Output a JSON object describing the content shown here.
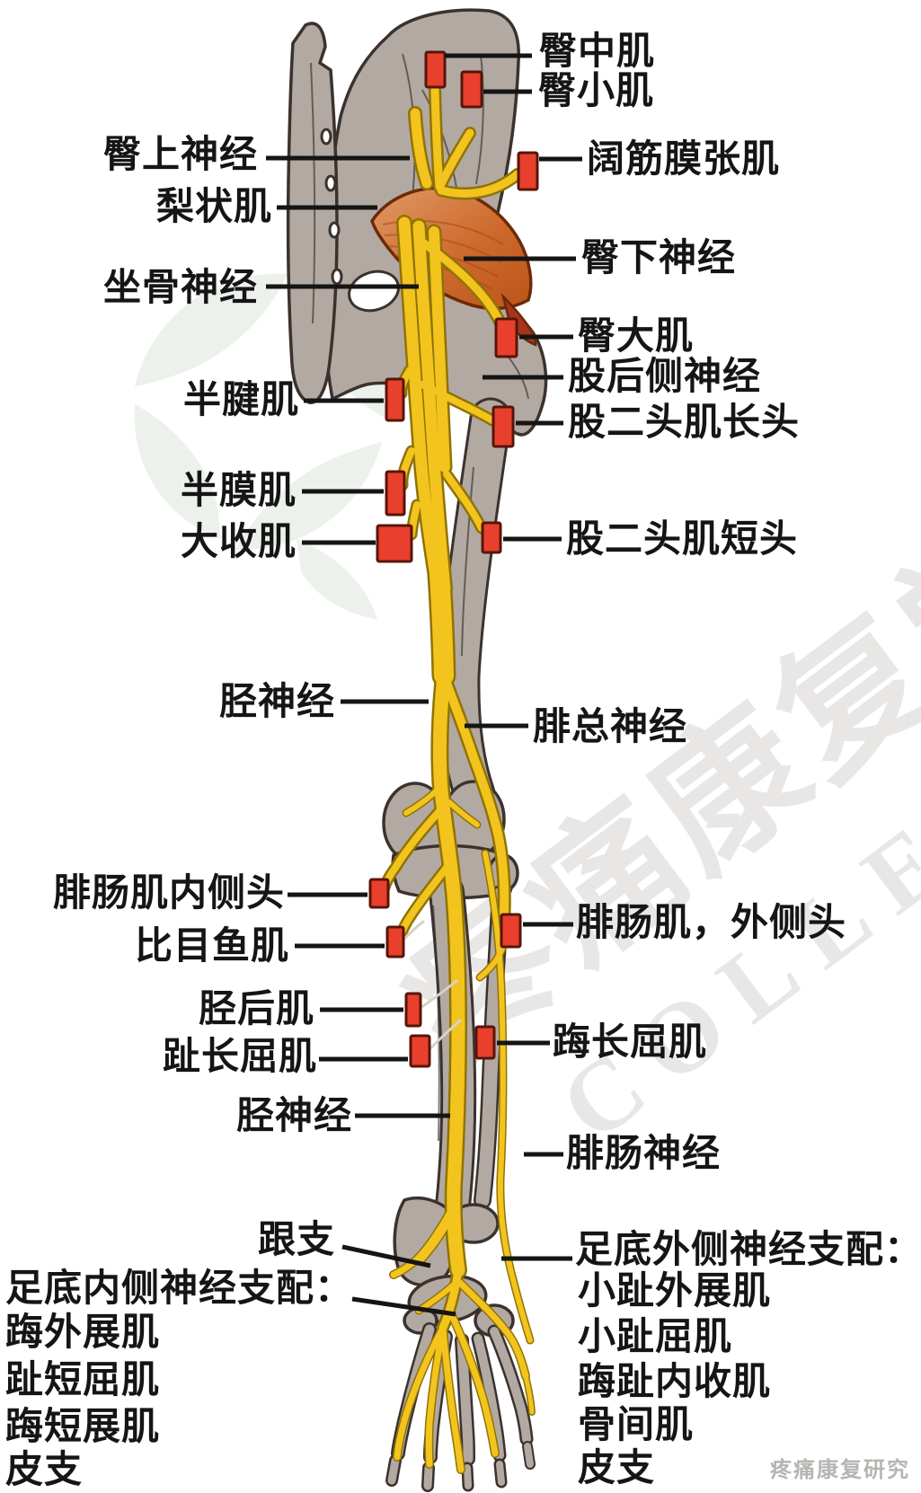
{
  "title_hint": "sciatic nerve and innervated muscles of the posterior lower limb (Chinese anatomy diagram)",
  "labels": {
    "left": [
      {
        "id": "superior-gluteal-nerve",
        "text": "臀上神经"
      },
      {
        "id": "piriformis",
        "text": "梨状肌"
      },
      {
        "id": "sciatic-nerve",
        "text": "坐骨神经"
      },
      {
        "id": "semitendinosus",
        "text": "半腱肌"
      },
      {
        "id": "semimembranosus",
        "text": "半膜肌"
      },
      {
        "id": "adductor-magnus",
        "text": "大收肌"
      },
      {
        "id": "tibial-nerve-upper",
        "text": "胫神经"
      },
      {
        "id": "gastrocnemius-medial-head",
        "text": "腓肠肌内侧头"
      },
      {
        "id": "soleus",
        "text": "比目鱼肌"
      },
      {
        "id": "tibialis-posterior",
        "text": "胫后肌"
      },
      {
        "id": "flexor-digitorum-longus",
        "text": "趾长屈肌"
      },
      {
        "id": "tibial-nerve-lower",
        "text": "胫神经"
      },
      {
        "id": "calcaneal-branch",
        "text": "跟支"
      }
    ],
    "right": [
      {
        "id": "gluteus-medius",
        "text": "臀中肌"
      },
      {
        "id": "gluteus-minimus",
        "text": "臀小肌"
      },
      {
        "id": "tensor-fasciae-latae",
        "text": "阔筋膜张肌"
      },
      {
        "id": "inferior-gluteal-nerve",
        "text": "臀下神经"
      },
      {
        "id": "gluteus-maximus",
        "text": "臀大肌"
      },
      {
        "id": "posterior-femoral-cutaneous-nerve",
        "text": "股后侧神经"
      },
      {
        "id": "biceps-femoris-long-head",
        "text": "股二头肌长头"
      },
      {
        "id": "biceps-femoris-short-head",
        "text": "股二头肌短头"
      },
      {
        "id": "common-peroneal-nerve",
        "text": "腓总神经"
      },
      {
        "id": "gastrocnemius-lateral-head",
        "text": "腓肠肌，外侧头"
      },
      {
        "id": "flexor-hallucis-longus",
        "text": "踇长屈肌"
      },
      {
        "id": "sural-nerve",
        "text": "腓肠神经"
      }
    ],
    "plantar_medial": {
      "title": "足底内侧神经支配：",
      "items": [
        "踇外展肌",
        "趾短屈肌",
        "踇短展肌",
        "皮支"
      ]
    },
    "plantar_lateral": {
      "title": "足底外侧神经支配：",
      "items": [
        "小趾外展肌",
        "小趾屈肌",
        "踇趾内收肌",
        "骨间肌",
        "皮支"
      ]
    }
  },
  "watermarks": {
    "diagonal_cn": "疼痛康复学院",
    "diagonal_en": "COLLEGE",
    "corner": "疼痛康复研究"
  },
  "colors": {
    "nerve": "#F2C41D",
    "nerve_dark": "#8F7306",
    "marker": "#E8402C",
    "marker_border": "#57150A",
    "bone": "#B3A9A3",
    "bone_line": "#3B322E",
    "muscle": "#CE6A2E",
    "muscle_dark": "#6B2A08",
    "label": "#151515",
    "tendon": "#D8D2C6",
    "watermark": "#CCC8C4",
    "corner": "#B7B5B2"
  }
}
